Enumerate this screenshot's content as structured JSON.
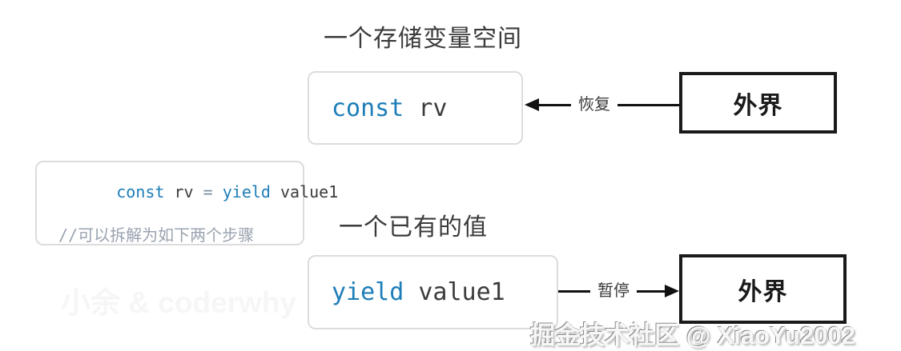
{
  "colors": {
    "keyword_blue": "#1d7db8",
    "code_text": "#3c3c3c",
    "comment_gray": "#9aa3b0",
    "operator_gray": "#7f8fa0",
    "card_border": "#dcdcdc",
    "solid_box_border": "#1a1a1a",
    "arrow_black": "#111111",
    "label_text": "#3b3b3b"
  },
  "top_section": {
    "title": "一个存储变量空间",
    "code_box": {
      "keyword": "const",
      "identifier": " rv"
    },
    "arrow_label": "恢复",
    "external_label": "外界"
  },
  "snippet": {
    "line1": {
      "kw1": "const",
      "id1": " rv ",
      "op": "= ",
      "kw2": "yield",
      "id2": " value1"
    },
    "comment": "//可以拆解为如下两个步骤"
  },
  "bottom_section": {
    "title": "一个已有的值",
    "code_box": {
      "keyword": "yield",
      "identifier": " value1"
    },
    "arrow_label": "暂停",
    "external_label": "外界"
  },
  "watermarks": {
    "left": "小余 & coderwhy",
    "bottom_right": "掘金技术社区 @ XiaoYu2002"
  }
}
